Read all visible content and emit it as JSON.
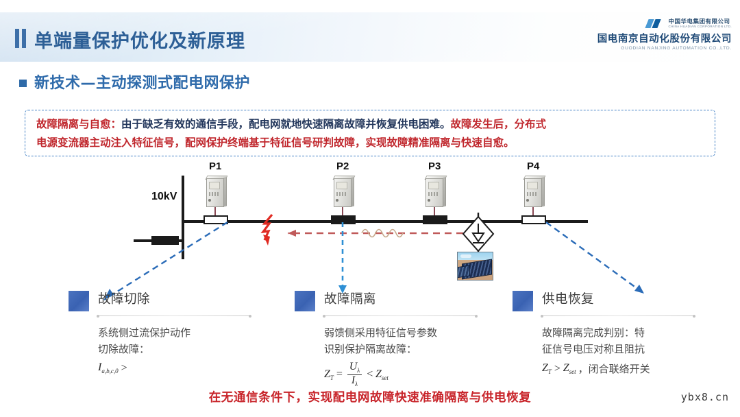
{
  "header": {
    "title": "单端量保护优化及新原理",
    "bullet_icon": "double-bar-icon",
    "logo": {
      "mark_icon": "huadian-logo-mark",
      "group_cn": "中国华电集团有限公司",
      "group_en": "CHINA HUADIAN CORPORATION LTD.",
      "company_cn": "国电南京自动化股份有限公司",
      "company_en": "GUODIAN NANJING AUTOMATION CO.,LTD."
    }
  },
  "section": {
    "bullet_icon": "square-bullet-icon",
    "heading": "新技术—主动探测式配电网保护"
  },
  "note": {
    "line1_red": "故障隔离与自愈：",
    "line1_navy": "由于缺乏有效的通信手段，配电网就地快速隔离故障并恢复供电困难。",
    "line1_red2": "故障发生后，分布式",
    "line2_red": "电源变流器主动注入特征信号，配网保护终端基于特征信号研判故障，实现故障精准隔离与快速自愈。"
  },
  "diagram": {
    "voltage_label": "10kV",
    "devices": [
      {
        "name": "P1",
        "breaker": "open"
      },
      {
        "name": "P2",
        "breaker": "closed"
      },
      {
        "name": "P3",
        "breaker": "closed"
      },
      {
        "name": "P4",
        "breaker": "open"
      }
    ],
    "icons": {
      "fault": "fault-bolt-icon",
      "signal": "sine-wave-icon",
      "source": "current-source-icon",
      "pv": "solar-panel-icon",
      "relay": "protection-relay-icon"
    }
  },
  "callouts": [
    {
      "title": "故障切除",
      "body_lines": [
        "系统侧过流保护动作",
        "切除故障："
      ],
      "formula": {
        "lhs": "I",
        "lhs_sub": "a,b,c,0",
        "op": ">",
        "rhs": "",
        "rhs_sub": ""
      }
    },
    {
      "title": "故障隔离",
      "body_lines": [
        "弱馈侧采用特征信号参数",
        "识别保护隔离故障："
      ],
      "formula": {
        "lhs": "Z",
        "lhs_sub": "T",
        "eq": "=",
        "num": "U",
        "num_sub": "λ",
        "den": "I",
        "den_sub": "λ",
        "op": "<",
        "rhs": "Z",
        "rhs_sub": "set"
      }
    },
    {
      "title": "供电恢复",
      "body_lines": [
        "故障隔离完成判别：特",
        "征信号电压对称且阻抗"
      ],
      "formula": {
        "lhs": "Z",
        "lhs_sub": "T",
        "op": ">",
        "rhs": "Z",
        "rhs_sub": "set",
        "tail": "，闭合联络开关"
      }
    }
  ],
  "footer": {
    "conclusion": "在无通信条件下，实现配电网故障快速准确隔离与供电恢复",
    "watermark": "ybx8.cn"
  },
  "colors": {
    "title_blue": "#2d5f96",
    "accent_blue": "#3a62b2",
    "red": "#c8242a",
    "navy": "#23375c",
    "note_border": "#3f7fc4"
  }
}
